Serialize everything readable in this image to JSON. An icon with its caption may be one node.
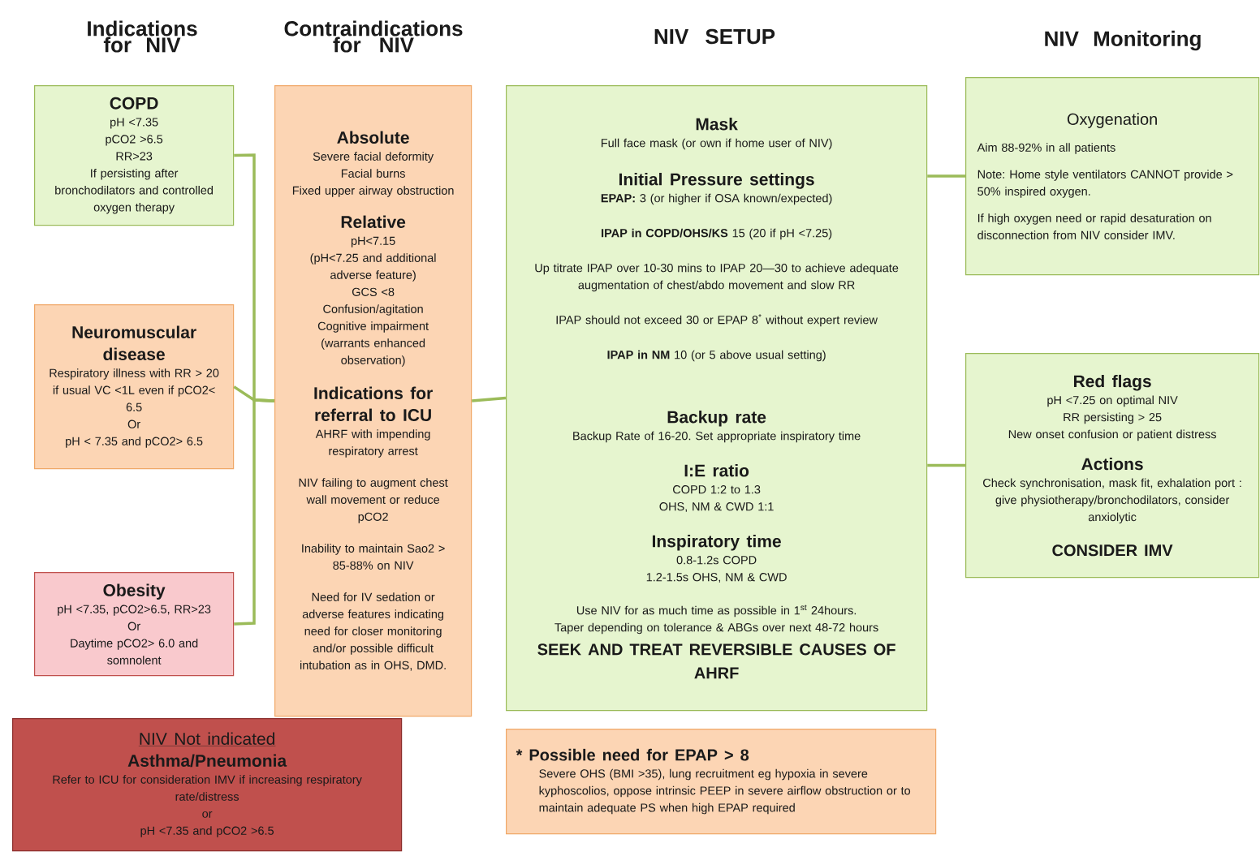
{
  "diagram": {
    "nodes": [
      {
        "text": [
          "COPD",
          "pH <7.35",
          "pCO2 >6.5",
          "RR>23",
          "If persisting after bronchodilators and controlled oxygen therapy"
        ]
      },
      {
        "text": [
          "Neuromuscular disease",
          "Respiratory illness with RR > 20 if usual VC <1L even if pCO2< 6.5",
          "Or",
          "pH < 7.35 and pCO2> 6.5"
        ]
      },
      {
        "text": [
          "Obesity",
          "pH <7.35, pCO2>6.5, RR>23",
          "Or",
          "Daytime pCO2> 6.0 and somnolent"
        ]
      },
      {
        "text": [
          "Absolute",
          "Severe facial deformity",
          "Facial burns",
          "Fixed upper airway obstruction",
          "Relative",
          "pH<7.15",
          "(pH<7.25 and additional adverse feature)",
          "GCS <8",
          "Confusion/agitation",
          "Cognitive impairment (warrants enhanced observation)",
          "Indications for referral to ICU",
          "AHRF with impending respiratory arrest",
          "NIV failing to augment chest wall movement or reduce pCO2",
          "Inability to maintain Sao2 > 85-88% on NIV",
          "Need for IV sedation or adverse features indicating need for closer monitoring and/or possible difficult intubation as in OHS, DMD."
        ]
      },
      {
        "text": [
          "Mask",
          "Full face mask (or own if home user of NIV)",
          "Initial Pressure settings",
          "**EPAP:** 3 (or higher if OSA known/expected)",
          "**IPAP in COPD/OHS/KS** 15 (20 if pH <7.25)",
          "Up titrate IPAP over 10-30 mins to IPAP 20—30 to achieve adequate augmentation of chest/abdo movement and slow RR",
          "IPAP should not exceed 30 or EPAP 8$^{*}$ without expert review",
          "**IPAP in NM** 10 (or 5 above usual setting)",
          "Backup rate",
          "Backup Rate of 16-20. Set appropriate inspiratory time",
          "I:E ratio",
          "COPD 1:2 to 1.3",
          "OHS, NM & CWD 1:1",
          "Inspiratory time",
          "0.8-1.2s COPD",
          "1.2-1.5s OHS, NM & CWD",
          "Use NIV for as much time as possible in 1$^{st}$ 24hours.",
          "Taper depending on tolerance & ABGs over next 48-72 hours",
          "SEEK AND TREAT REVERSIBLE CAUSES OF AHRF"
        ]
      },
      {
        "text": [
          "Oxygenation",
          "Aim 88-92% in all patients",
          "Note: Home style ventilators CANNOT provide > 50% inspired oxygen.",
          "If high oxygen need or rapid desaturation on disconnection from NIV consider IMV."
        ]
      },
      {
        "text": [
          "Red flags",
          "pH <7.25 on optimal NIV",
          "RR persisting > 25",
          "New onset confusion or patient distress",
          "Actions",
          "Check synchronisation, mask fit, exhalation port : give physiotherapy/bronchodilators, consider anxiolytic",
          "CONSIDER IMV"
        ]
      },
      {
        "text": [
          "NIV Not indicated",
          "Asthma/Pneumonia",
          "Refer to ICU for consideration IMV if increasing respiratory rate/distress",
          "or",
          "pH <7.35 and pCO2 >6.5"
        ]
      },
      {
        "text": [
          "* Possible need for EPAP > 8",
          "Severe OHS (BMI >35), lung recruitment eg hypoxia in severe kyphoscolios, oppose intrinsic PEEP in severe airflow obstruction or to maintain adequate PS when high EPAP required"
        ]
      }
    ],
    "edges": [
      {
        "from": 0,
        "to": 3,
        "arrow": "none"
      },
      {
        "from": 1,
        "to": 3,
        "arrow": "none"
      },
      {
        "from": 2,
        "to": 3,
        "arrow": "none"
      },
      {
        "from": 3,
        "to": 4,
        "arrow": "none"
      },
      {
        "from": 4,
        "to": 5,
        "arrow": "none"
      },
      {
        "from": 4,
        "to": 6,
        "arrow": "none"
      }
    ],
    "labels": [
      "Indications for NIV",
      "Contraindications for NIV",
      "NIV SETUP",
      "NIV Monitoring"
    ]
  }
}
